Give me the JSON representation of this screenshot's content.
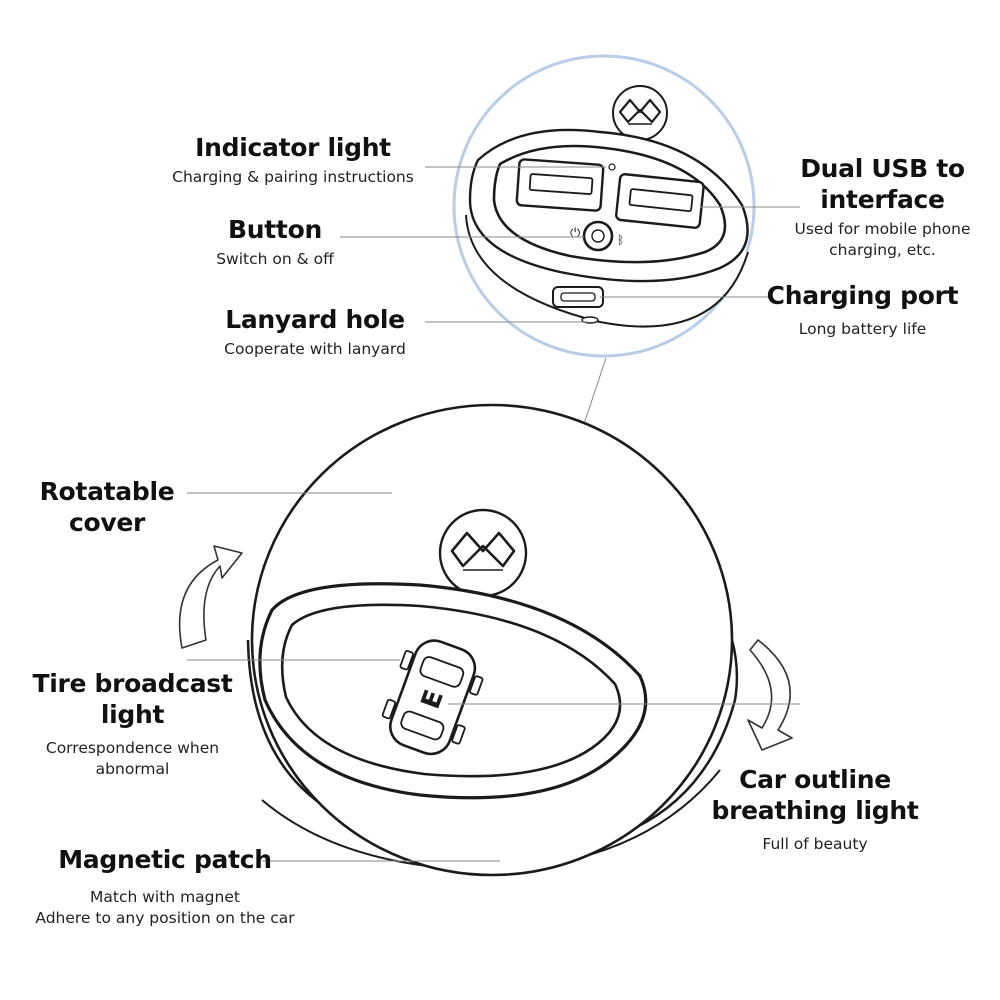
{
  "callouts": {
    "indicator_light": {
      "title": "Indicator light",
      "desc": "Charging & pairing instructions"
    },
    "button": {
      "title": "Button",
      "desc": "Switch on & off"
    },
    "lanyard_hole": {
      "title": "Lanyard hole",
      "desc": "Cooperate with lanyard"
    },
    "dual_usb": {
      "title_line1": "Dual USB to",
      "title_line2": "interface",
      "desc_line1": "Used for mobile phone",
      "desc_line2": "charging, etc."
    },
    "charging_port": {
      "title": "Charging port",
      "desc": "Long battery life"
    },
    "rotatable_cover": {
      "title_line1": "Rotatable",
      "title_line2": "cover"
    },
    "tire_broadcast_light": {
      "title_line1": "Tire broadcast",
      "title_line2": "light",
      "desc_line1": "Correspondence when",
      "desc_line2": "abnormal"
    },
    "car_outline_light": {
      "title_line1": "Car outline",
      "title_line2": "breathing light",
      "desc": "Full of beauty"
    },
    "magnetic_patch": {
      "title": "Magnetic patch",
      "desc_line1": "Match with magnet",
      "desc_line2": "Adhere to any position on the car"
    }
  },
  "device_marks": {
    "power_symbol": "⏻",
    "bluetooth_symbol": "ᛒ",
    "car_badge_letter": "E"
  },
  "colors": {
    "zoom_circle": "#b9cde6",
    "outline": "#1b1b1b",
    "leader_line": "#8a8a8a"
  }
}
